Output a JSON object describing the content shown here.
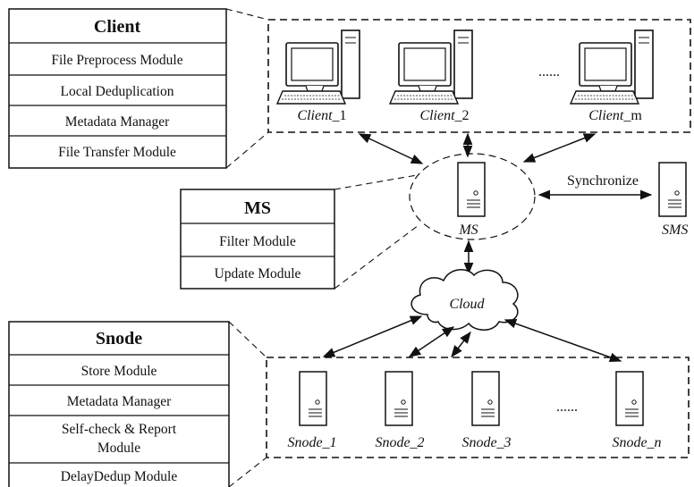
{
  "client_module": {
    "title": "Client",
    "rows": [
      "File Preprocess Module",
      "Local Deduplication",
      "Metadata Manager",
      "File Transfer Module"
    ]
  },
  "ms_module": {
    "title": "MS",
    "rows": [
      "Filter Module",
      "Update Module"
    ]
  },
  "snode_module": {
    "title": "Snode",
    "rows": [
      "Store Module",
      "Metadata Manager",
      "Self-check & Report",
      "Module",
      "DelayDedup Module"
    ]
  },
  "clients": {
    "items": [
      {
        "name": "Client",
        "suffix": "_1"
      },
      {
        "name": "Client",
        "suffix": "_2"
      },
      {
        "name": "Client",
        "suffix": "_m"
      }
    ],
    "ellipsis": "......"
  },
  "ms_node": {
    "label": "MS"
  },
  "sms_node": {
    "label": "SMS"
  },
  "sync_label": "Synchronize",
  "cloud_label": "Cloud",
  "snodes": {
    "items": [
      {
        "name": "Snode",
        "suffix": "_1"
      },
      {
        "name": "Snode",
        "suffix": "_2"
      },
      {
        "name": "Snode",
        "suffix": "_3"
      },
      {
        "name": "Snode",
        "suffix": "_n"
      }
    ],
    "ellipsis": "......"
  },
  "icons": {
    "computer": "desktop-computer-icon",
    "server": "server-tower-icon",
    "cloud": "cloud-icon"
  }
}
